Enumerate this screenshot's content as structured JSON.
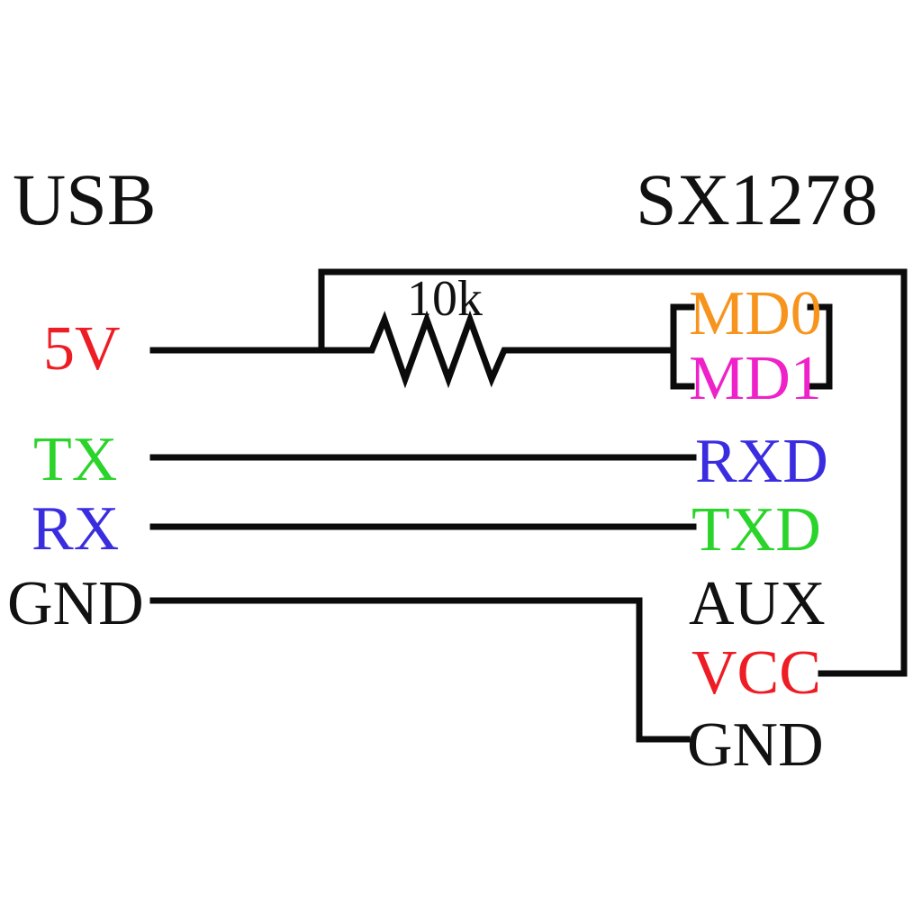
{
  "palette": {
    "background": "#ffffff",
    "wire": "#0b0b0b",
    "black": "#111111",
    "red": "#ee1c24",
    "green": "#2ad42a",
    "blue": "#3a2de0",
    "orange": "#f7941d",
    "magenta": "#ee22c8"
  },
  "left_device": {
    "title": "USB",
    "pins": [
      {
        "label": "5V",
        "color": "#ee1c24"
      },
      {
        "label": "TX",
        "color": "#2ad42a"
      },
      {
        "label": "RX",
        "color": "#3a2de0"
      },
      {
        "label": "GND",
        "color": "#111111"
      }
    ]
  },
  "right_device": {
    "title": "SX1278",
    "pins": [
      {
        "label": "MD0",
        "color": "#f7941d"
      },
      {
        "label": "MD1",
        "color": "#ee22c8"
      },
      {
        "label": "RXD",
        "color": "#3a2de0"
      },
      {
        "label": "TXD",
        "color": "#2ad42a"
      },
      {
        "label": "AUX",
        "color": "#111111"
      },
      {
        "label": "VCC",
        "color": "#ee1c24"
      },
      {
        "label": "GND",
        "color": "#111111"
      }
    ]
  },
  "resistor": {
    "label": "10k"
  },
  "connections": [
    {
      "from": "USB 5V",
      "to": "SX1278 MD0/MD1",
      "via": "10k resistor"
    },
    {
      "from": "USB 5V",
      "to": "SX1278 VCC"
    },
    {
      "from": "USB TX",
      "to": "SX1278 RXD"
    },
    {
      "from": "USB RX",
      "to": "SX1278 TXD"
    },
    {
      "from": "USB GND",
      "to": "SX1278 GND"
    }
  ]
}
